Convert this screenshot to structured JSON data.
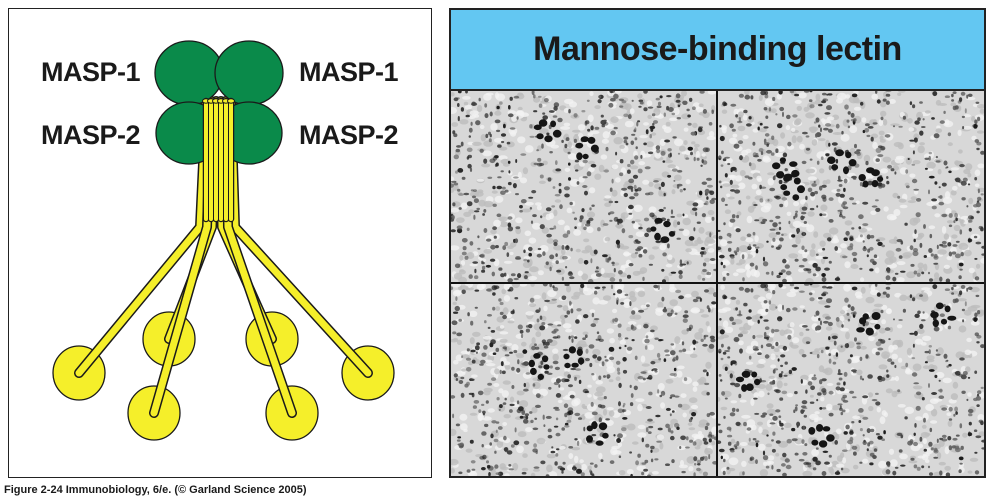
{
  "diagram": {
    "labels": {
      "masp1_left": "MASP-1",
      "masp1_right": "MASP-1",
      "masp2_left": "MASP-2",
      "masp2_right": "MASP-2"
    },
    "colors": {
      "masp": "#0a8a4a",
      "lectin": "#f5ef2a",
      "outline": "#1a1a1a"
    }
  },
  "micrographs": {
    "title": "Mannose-binding lectin",
    "title_bg": "#63c7f2",
    "panel_count": 4
  },
  "caption": "Figure 2-24  Immunobiology, 6/e. (© Garland Science 2005)"
}
